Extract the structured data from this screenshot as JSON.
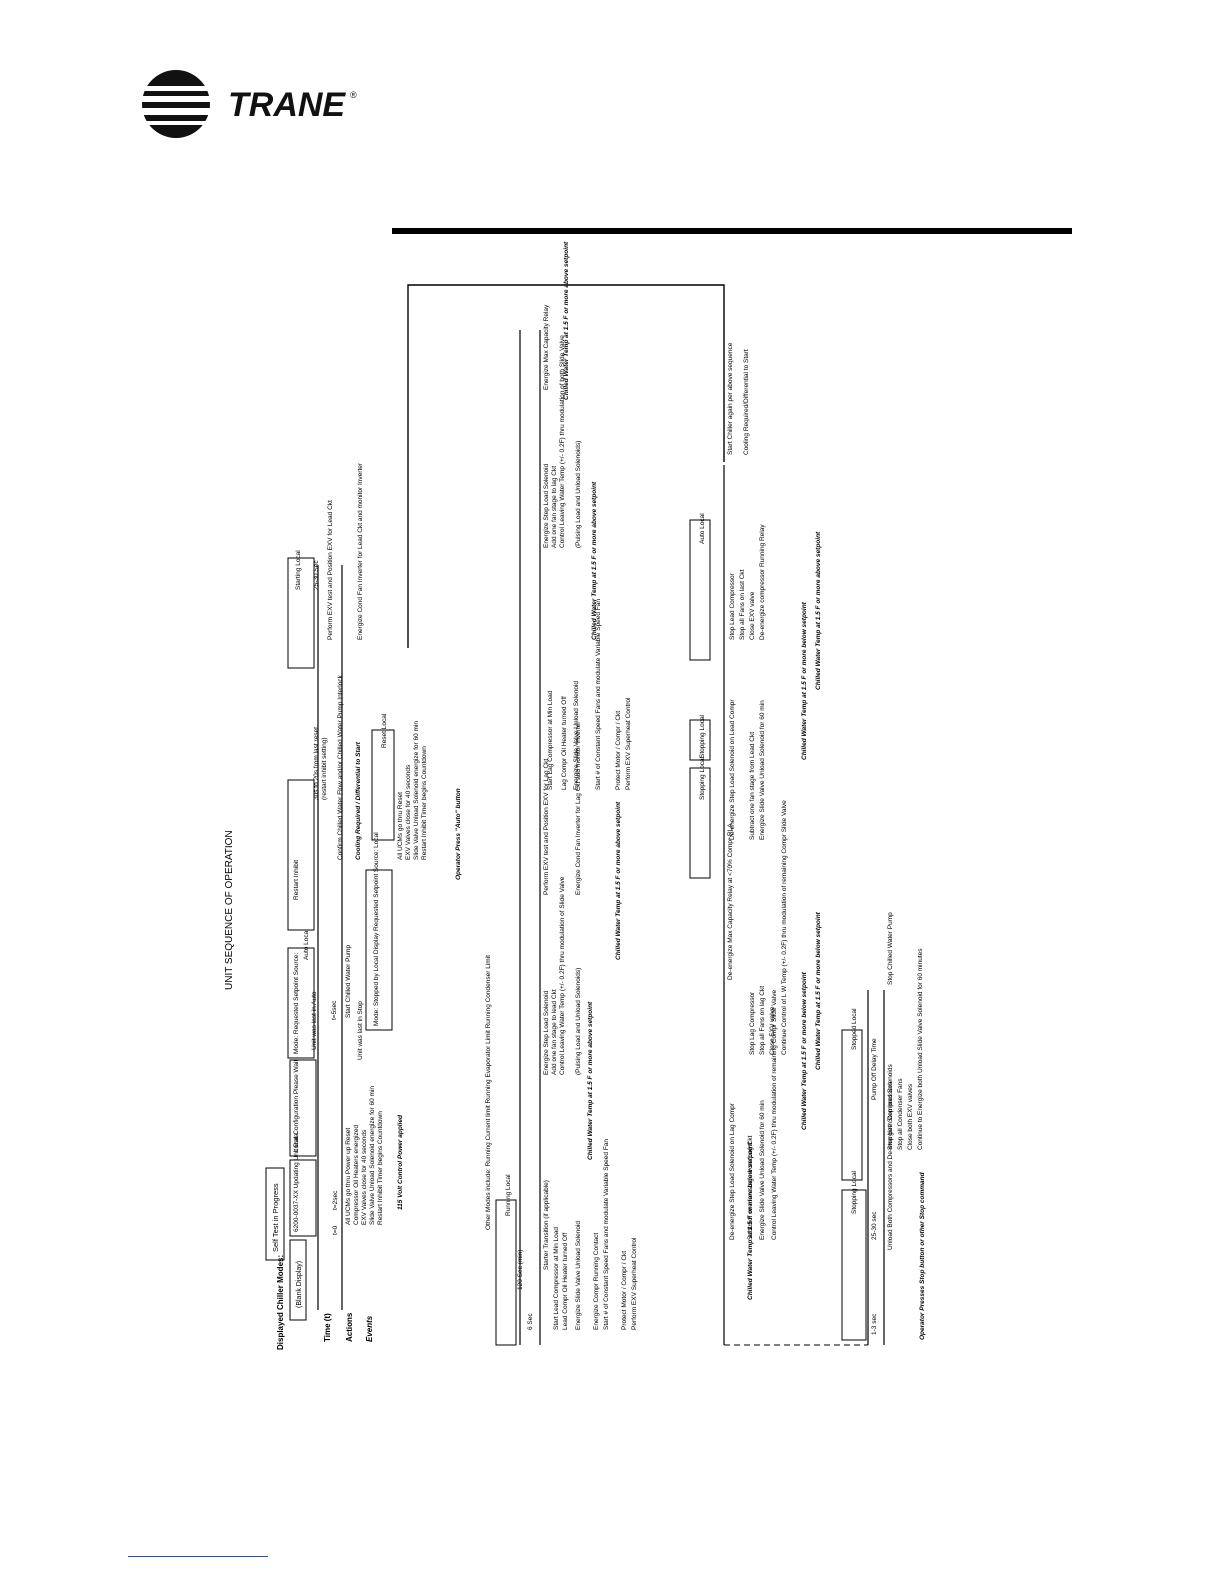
{
  "brand": {
    "name": "TRANE",
    "reg_mark": "®"
  },
  "diagram": {
    "title": "UNIT SEQUENCE OF OPERATION",
    "legend": {
      "displayed_modes": "Displayed Chiller Modes:",
      "time": "Time (t)",
      "actions": "Actions",
      "events": "Events"
    },
    "row1": {
      "self_test": "Self Test in Progress",
      "blank_display": "(Blank Display)",
      "updating": "6200-0037-XX Updating Unit Data",
      "local_config": "Local Configuration Please Wait",
      "t0": "t=0",
      "t1": "t=2sec",
      "actions_power": [
        "All UCMs go thru Power up Reset",
        "Compressor Oil Heaters energized",
        "EXV Valves close for 40 seconds",
        "Slide Valve Unload Solenoid energize for 60 min",
        "Restart Inhibit Timer begins Countdown"
      ],
      "power_event": "115 Volt Control Power applied",
      "mode_auto": "Mode: Requested Setpoint Source:",
      "auto_local": "Auto Local",
      "unit_auto": "Unit was last in Auto",
      "unit_stop": "Unit was last in Stop",
      "t5": "t=5sec",
      "start_pump": "Start Chilled Water Pump",
      "stopped_display": "Mode: Stopped by Local Display Requested Setpoint Source: Local",
      "restart_inhibit": "Restart Inhibit",
      "time_30_20": "30s to 20s from last reset",
      "restart_setting": "(restart inhibit setting)",
      "confirm_flow": "Confirm Chilled Water Flow and/or Chilled Water Pump Interlock",
      "cooling_req": "Cooling Required / Differential to Start",
      "reset_local": "Reset Local",
      "reset_actions": [
        "All UCMs go thru Reset",
        "EXV Valves close for 40 seconds",
        "Slide Valve Unload Solenoid energize for 60 min",
        "Restart Inhibit Timer begins Countdown"
      ],
      "operator_press": "Operator Press \"Auto\" button",
      "starting_local": "Starting Local",
      "time_25_30": "25-30 Sec",
      "perform_exv": "Perform EXV test and Position EXV for Lead Ckt",
      "energize_fan": "Energize Cond Fan Inverter for Lead Ckt and monitor Inverter"
    },
    "row2": {
      "other_modes": "Other Modes include: Running Current limit Running Evaporator Limit Running Condenser Limit",
      "running_local": "Running Local",
      "t_6": "6 Sec",
      "t_120": "120 Sec (min)",
      "starter_transition": "Starter Transition (if applicable)",
      "lead_actions": [
        "Start Lead Compressor at Min Load",
        "Lead Compr Oil Heater turned Off",
        "Energize Slide Valve Unload Solenoid",
        "Energize Compr Running Contact",
        "Start # of Constant Speed Fans and modulate Variable Speed Fan",
        "Protect Motor / Compr / Ckt",
        "Perform EXV Superheat Control"
      ],
      "chilled_above": "Chilled Water Temp at 1.5 F or more above setpoint",
      "step_actions": [
        "Energize Step Load Solenoid",
        "Add one fan stage to lead Ckt",
        "Control Leaving Water Temp (+/- 0.2F) thru modulation of Slide Valve",
        "(Pulsing Load and Unload Solenoids)"
      ],
      "lag_start": "Perform EXV test and Position EXV for Lag Ckt",
      "lag_fan": "Energize Cond Fan Inverter for Lag Ckt and monitor Inverter",
      "lag_actions": [
        "Start Lag Compressor at Min Load",
        "Lag Compr Oil Heater turned Off",
        "Energize Slide Valve Unload Solenoid",
        "Start # of Constant Speed Fans and modulate Variable Speed Fan",
        "Protect Motor / Compr / Ckt",
        "Perform EXV Superheat Control"
      ],
      "lag_step": [
        "Energize Step Load Solenoid",
        "Add one fan stage to lag Ckt",
        "Control Leaving Water Temp (+/- 0.2F) thru modulation of both Slide Valve",
        "(Pulsing Load and Unload Solenoids)"
      ],
      "max_capacity": "Energize Max Capacity Relay"
    },
    "row3": {
      "chilled_below": "Chilled Water Temp at 1.5 F or more below setpoint",
      "deenergize_step": "De-energize Step Load Solenoid on Lag Compr",
      "subtract_fan": "Subtract one fan stage from Lag Ckt",
      "energize_unload": "Energize Slide Valve Unload Solenoid for 60 min",
      "control_lwt": "Control Leaving Water Temp (+/- 0.2F) thru modulation of remaining Compr Slide Valve",
      "stop_lag": [
        "Stop Lag Compressor",
        "Stop all Fans on lag Ckt",
        "Close EXV valve",
        "Continue Control of L W Temp (+/- 0.2F) thru modulation of remaining Compr Slide Valve"
      ],
      "deenergize_max": "De-energize Max Capacity Relay at <70% Compr RLA",
      "stopping_local": "Stopping Local",
      "lead_steps": [
        "De-energize Step Load Solenoid on Lead Compr",
        "Subtract one fan stage from Lead Ckt",
        "Energize Slide Valve Unload Solenoid for 60 min"
      ],
      "stop_lead": [
        "Stop Lead Compressor",
        "Stop all Fans on last Ckt",
        "Close EXV valve",
        "De-energize compressor Running Relay"
      ],
      "auto_local": "Auto Local",
      "start_again": "Start Chiller again per above sequence",
      "cooling_req": "Cooling Required/Differential to Start"
    },
    "row4": {
      "t_1_3": "1-3 sec",
      "t_25_30": "25-30 sec",
      "pump_delay": "Pump Off Delay Time",
      "unload_both": "Unload Both Compressors and De-energize Step load Solenoids",
      "stop_both": [
        "Stop both Compressors",
        "Stop all Condenser Fans",
        "Close both EXV valves",
        "Continue to Energize both Unload Slide Valve Solenoid for 60 minutes"
      ],
      "stop_pump": "Stop Chilled Water Pump",
      "operator_stop": "Operator Presses Stop button or other Stop command",
      "stopped_local": "Stopped Local"
    }
  }
}
